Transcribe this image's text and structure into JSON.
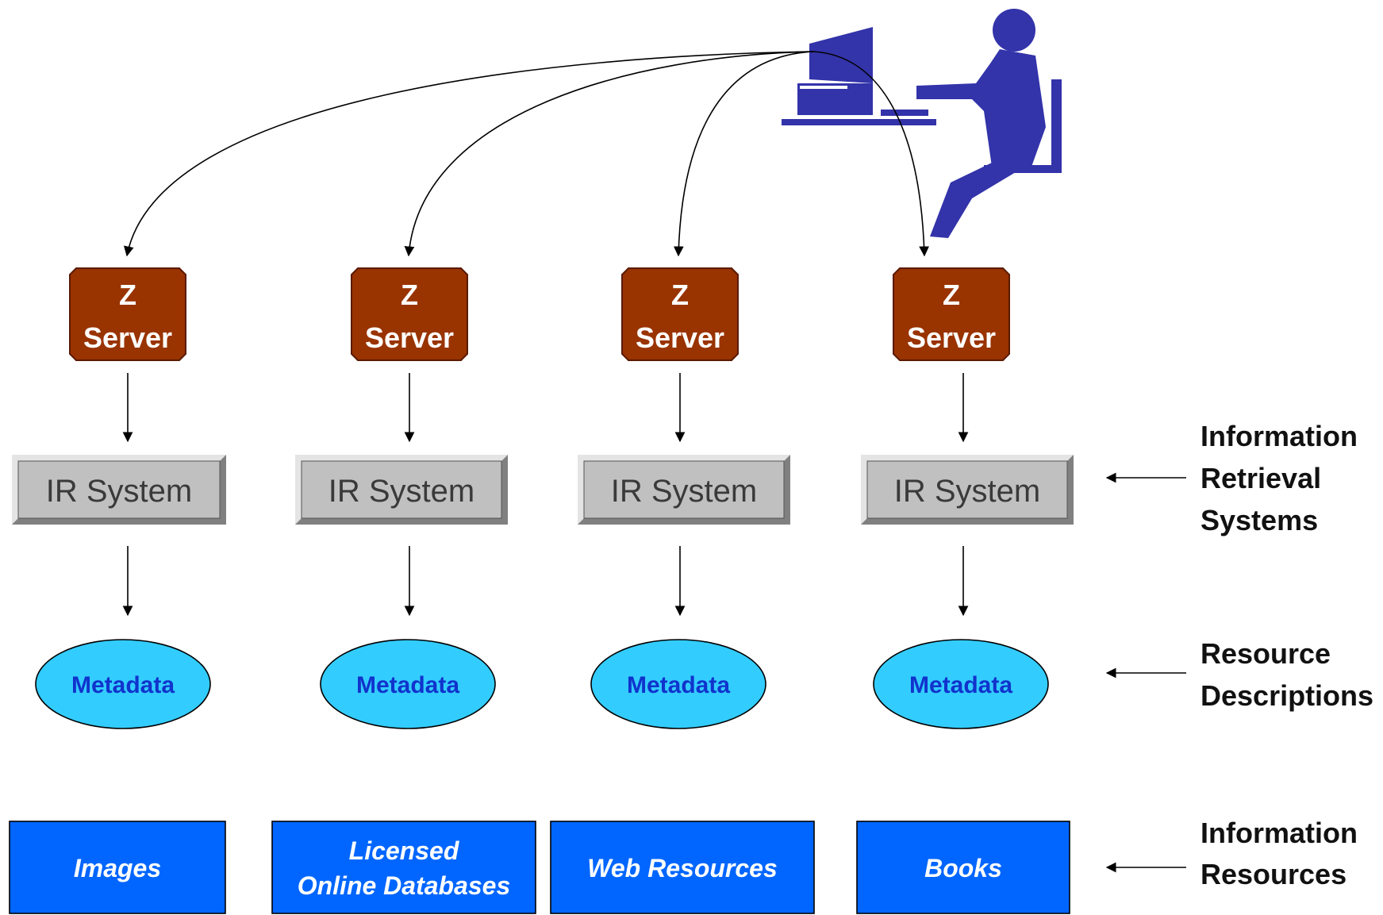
{
  "columns": [
    {
      "server": {
        "line1": "Z",
        "line2": "Server"
      },
      "ir_system": "IR System",
      "metadata": "Metadata",
      "resource": [
        "Images"
      ]
    },
    {
      "server": {
        "line1": "Z",
        "line2": "Server"
      },
      "ir_system": "IR System",
      "metadata": "Metadata",
      "resource": [
        "Licensed",
        "Online Databases"
      ]
    },
    {
      "server": {
        "line1": "Z",
        "line2": "Server"
      },
      "ir_system": "IR System",
      "metadata": "Metadata",
      "resource": [
        "Web Resources"
      ]
    },
    {
      "server": {
        "line1": "Z",
        "line2": "Server"
      },
      "ir_system": "IR System",
      "metadata": "Metadata",
      "resource": [
        "Books"
      ]
    }
  ],
  "layers": {
    "ir": [
      "Information",
      "Retrieval",
      "Systems"
    ],
    "metadata": [
      "Resource",
      "Descriptions"
    ],
    "resources": [
      "Information",
      "Resources"
    ]
  },
  "icons": {
    "user": "user-at-computer-icon"
  },
  "colors": {
    "server": "#993300",
    "ir_fill": "#c0c0c0",
    "metadata_fill": "#33ccff",
    "metadata_text": "#1133cc",
    "resource_fill": "#0066ff",
    "user": "#3333aa"
  }
}
